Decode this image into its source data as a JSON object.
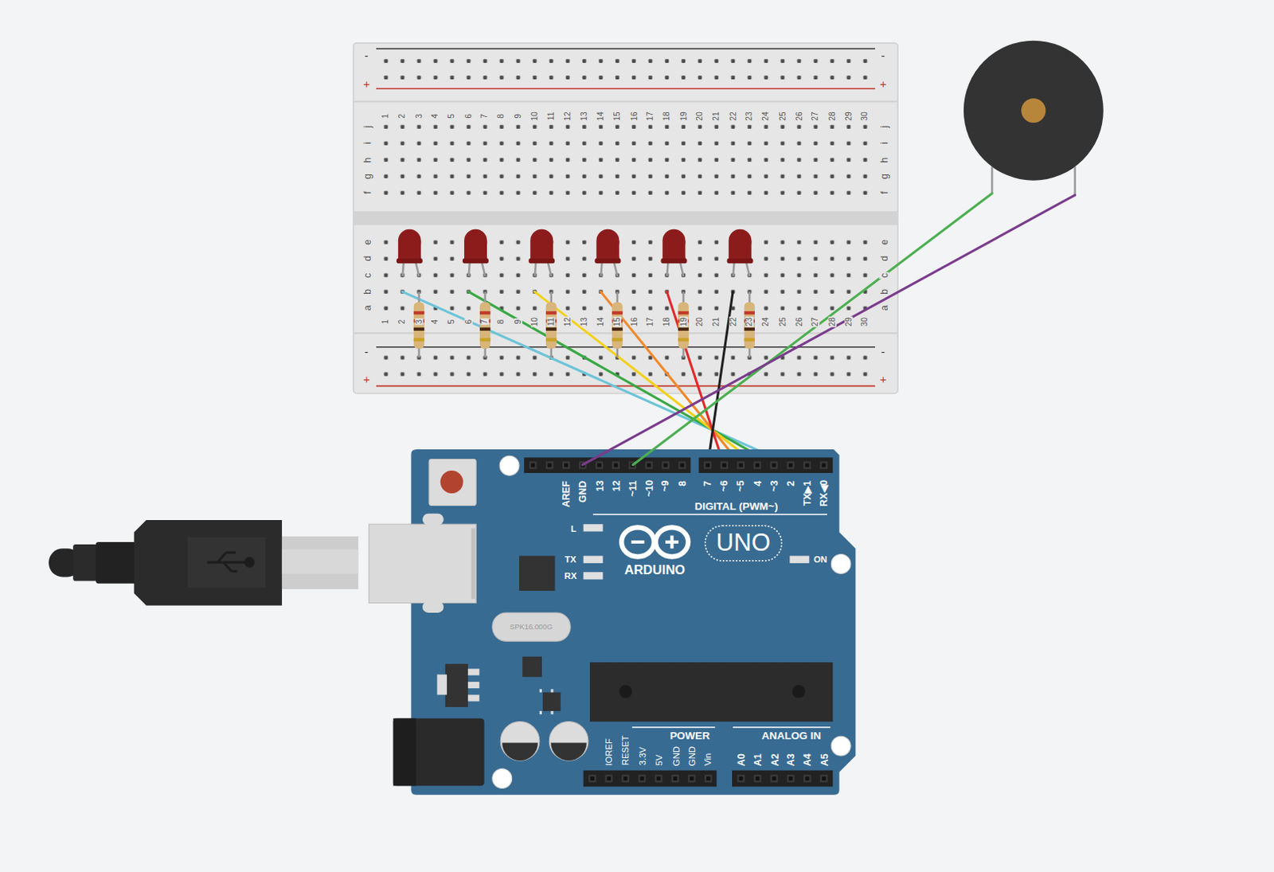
{
  "diagram": {
    "labels": [
      "-",
      "-",
      "+",
      "+",
      "1",
      "2",
      "3",
      "4",
      "5",
      "6",
      "7",
      "8",
      "9",
      "10",
      "11",
      "12",
      "13",
      "14",
      "15",
      "16",
      "17",
      "18",
      "19",
      "20",
      "21",
      "22",
      "23",
      "24",
      "25",
      "26",
      "27",
      "28",
      "29",
      "30",
      "j",
      "i",
      "h",
      "g",
      "f",
      "j",
      "i",
      "h",
      "g",
      "f",
      "e",
      "d",
      "c",
      "b",
      "a",
      "e",
      "d",
      "c",
      "b",
      "a",
      "1",
      "2",
      "3",
      "4",
      "5",
      "6",
      "7",
      "8",
      "9",
      "10",
      "11",
      "12",
      "13",
      "14",
      "15",
      "16",
      "17",
      "18",
      "19",
      "20",
      "21",
      "22",
      "23",
      "24",
      "25",
      "26",
      "27",
      "28",
      "29",
      "30",
      "-",
      "-",
      "+",
      "+",
      "AREF",
      "GND",
      "13",
      "12",
      "~11",
      "~10",
      "~9",
      "8",
      "7",
      "~6",
      "~5",
      "4",
      "~3",
      "2",
      "TX▶1",
      "RX◀0",
      "DIGITAL (PWM~)",
      "L",
      "TX",
      "RX",
      "ARDUINO",
      "UNO",
      "ON",
      "SPK16.000G",
      "POWER",
      "IOREF",
      "RESET",
      "3.3V",
      "5V",
      "GND",
      "GND",
      "Vin",
      "ANALOG IN",
      "A0",
      "A1",
      "A2",
      "A3",
      "A4",
      "A5"
    ]
  }
}
